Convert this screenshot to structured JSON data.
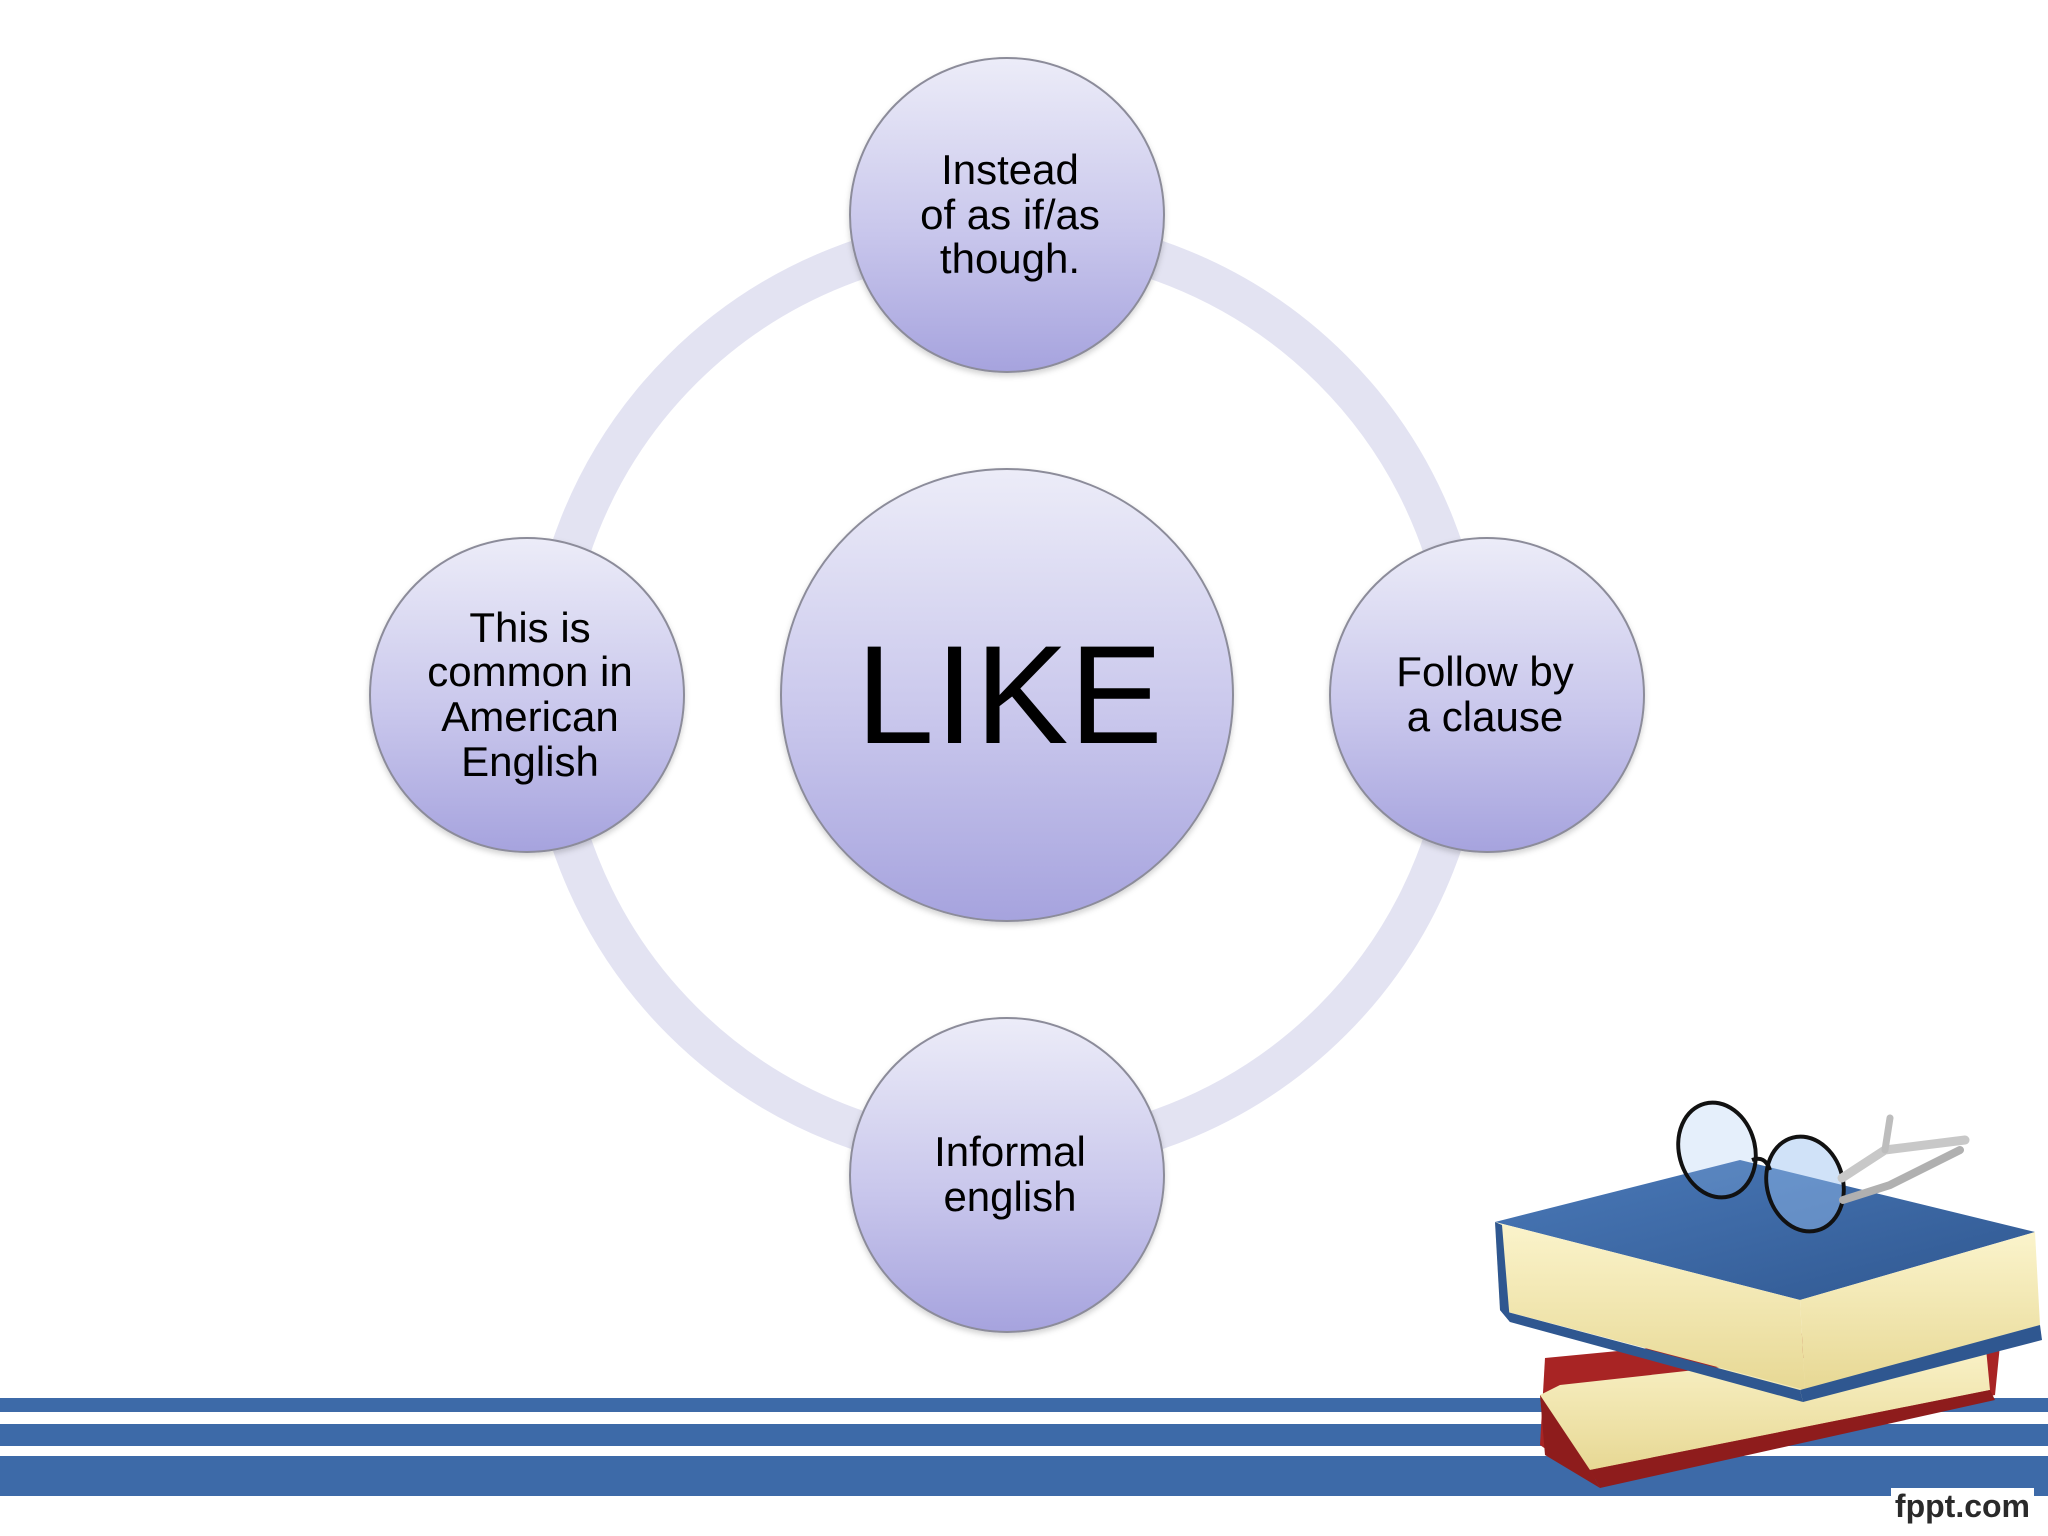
{
  "diagram": {
    "type": "radial-cycle",
    "center": {
      "label": "LIKE"
    },
    "nodes": [
      {
        "id": "top",
        "label": "Instead\nof as if/as\nthough."
      },
      {
        "id": "right",
        "label": "Follow by\na clause"
      },
      {
        "id": "bottom",
        "label": "Informal\nenglish"
      },
      {
        "id": "left",
        "label": "This is\ncommon in\nAmerican\nEnglish"
      }
    ]
  },
  "footer": {
    "watermark": "fppt.com"
  },
  "colors": {
    "node_top": "#ebebf7",
    "node_bottom": "#a9a6df",
    "node_border": "#8a8a99",
    "ring": "#e3e3f2",
    "stripe": "#3d6aa8",
    "book_blue": "#3b66a6",
    "book_red": "#b42a2a",
    "book_pages": "#f4eab4"
  },
  "icons": {
    "decoration": "books-with-glasses-icon"
  }
}
